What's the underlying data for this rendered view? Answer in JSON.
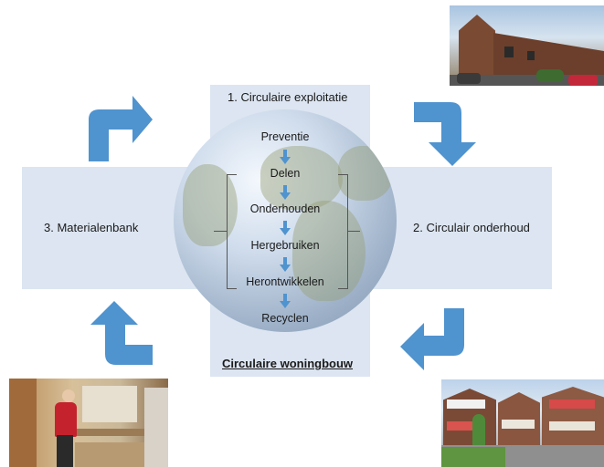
{
  "title": "1. Circulaire exploitatie",
  "left_label": "3. Materialenbank",
  "right_label": "2. Circulair onderhoud",
  "bottom_label": "Circulaire woningbouw",
  "steps": [
    "Preventie",
    "Delen",
    "Onderhouden",
    "Hergebruiken",
    "Herontwikkelen",
    "Recyclen"
  ],
  "colors": {
    "arrow": "#4f93cf",
    "band": "#dce5f1"
  }
}
